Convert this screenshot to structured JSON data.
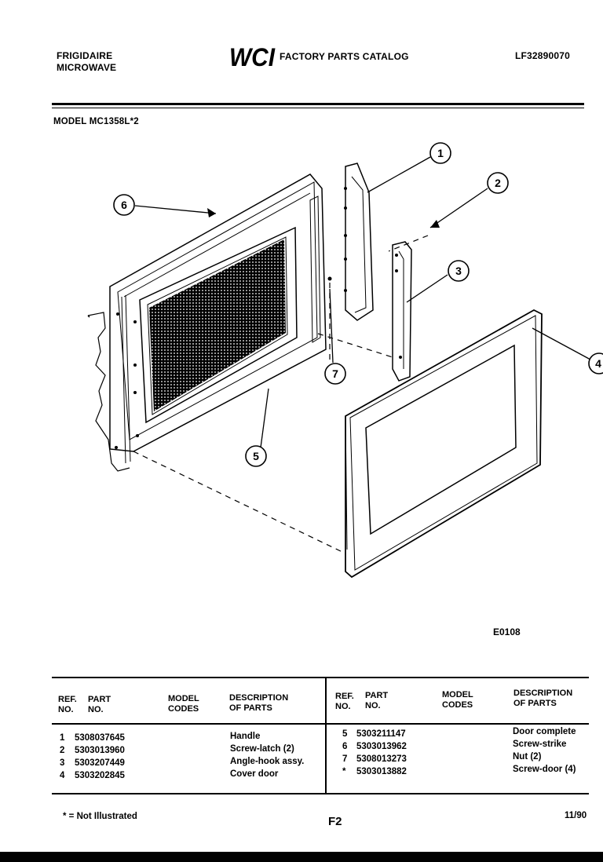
{
  "header": {
    "brand_line1": "FRIGIDAIRE",
    "brand_line2": "MICROWAVE",
    "logo_text": "WCI",
    "catalog_title": "FACTORY PARTS CATALOG",
    "catalog_number": "LF32890070",
    "model": "MODEL MC1358L*2"
  },
  "diagram": {
    "callouts": [
      "1",
      "2",
      "3",
      "4",
      "5",
      "6",
      "7"
    ],
    "figure_code": "E0108"
  },
  "table": {
    "columns": {
      "ref_no": [
        "REF.",
        "NO."
      ],
      "part_no": [
        "PART",
        "NO."
      ],
      "model_codes": [
        "MODEL",
        "CODES"
      ],
      "description": [
        "DESCRIPTION",
        "OF PARTS"
      ]
    },
    "left_rows": [
      {
        "ref": "1",
        "part": "5308037645",
        "desc": "Handle"
      },
      {
        "ref": "2",
        "part": "5303013960",
        "desc": "Screw-latch (2)"
      },
      {
        "ref": "3",
        "part": "5303207449",
        "desc": "Angle-hook assy."
      },
      {
        "ref": "4",
        "part": "5303202845",
        "desc": "Cover door"
      }
    ],
    "right_rows": [
      {
        "ref": "5",
        "part": "5303211147",
        "desc": "Door complete"
      },
      {
        "ref": "6",
        "part": "5303013962",
        "desc": "Screw-strike"
      },
      {
        "ref": "7",
        "part": "5308013273",
        "desc": "Nut (2)"
      },
      {
        "ref": "*",
        "part": "5303013882",
        "desc": "Screw-door (4)"
      }
    ]
  },
  "footer": {
    "note": "* = Not Illustrated",
    "page": "F2",
    "date": "11/90"
  }
}
